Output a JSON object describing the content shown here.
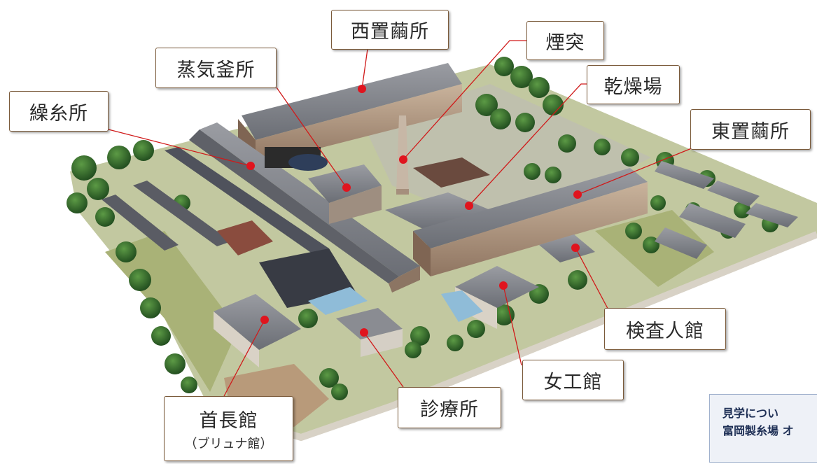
{
  "labels": {
    "nishi_okimayu": "西置繭所",
    "entotsu": "煙突",
    "jokigama": "蒸気釜所",
    "kansoba": "乾燥場",
    "sousho": "繰糸所",
    "higashi_okimayu": "東置繭所",
    "kensanin": "検査人館",
    "jokokan": "女工館",
    "shinryojo": "診療所",
    "shuchokan": "首長館",
    "shuchokan_sub": "（ブリュナ館）"
  },
  "info_box": {
    "line1": "見学につい",
    "line2": "富岡製糸場 オ"
  },
  "colors": {
    "marker": "#e0141e",
    "leader": "#d01a1a",
    "callout_border": "#7a5a3a",
    "roof": "#7d8087",
    "wall": "#b9a48f",
    "tree": "#2f6b2a",
    "lawn": "#a9b277"
  }
}
